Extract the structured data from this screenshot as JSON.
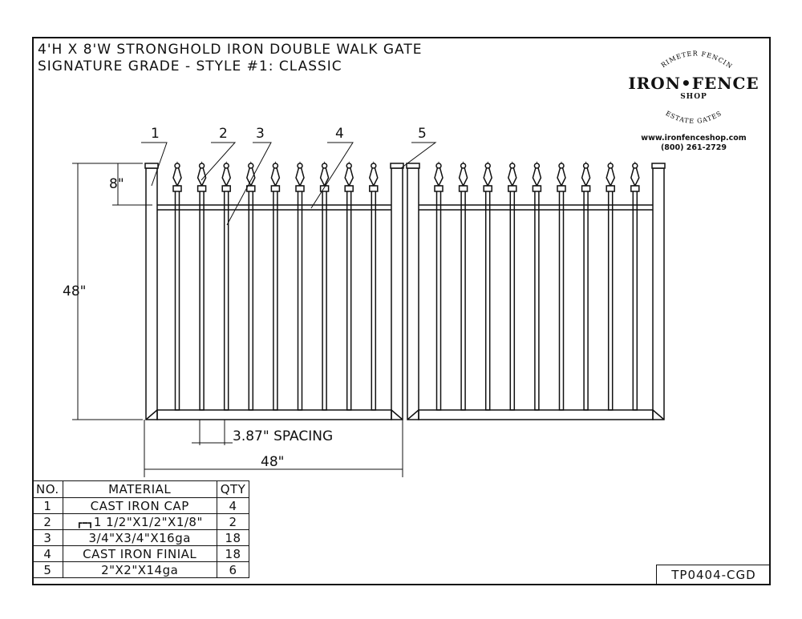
{
  "title": {
    "line1": "4'H X 8'W STRONGHOLD IRON DOUBLE WALK GATE",
    "line2": "SIGNATURE GRADE - STYLE #1: CLASSIC"
  },
  "logo": {
    "arc_top": "PERIMETER FENCING",
    "brand": "IRON•FENCE",
    "shop": "SHOP",
    "arc_bottom": "ESTATE GATES",
    "website": "www.ironfenceshop.com",
    "phone": "(800) 261-2729"
  },
  "callouts": [
    "5",
    "4",
    "3",
    "2",
    "1"
  ],
  "dimensions": {
    "finial_height": "8\"",
    "gate_height": "48\"",
    "spacing": "3.87\" SPACING",
    "gate_width": "48\""
  },
  "bom": {
    "headers": {
      "no": "NO.",
      "material": "MATERIAL",
      "qty": "QTY"
    },
    "rows": [
      {
        "no": "1",
        "material": "CAST IRON CAP",
        "qty": "4"
      },
      {
        "no": "2",
        "material": "1 1/2\"X1/2\"X1/8\"",
        "qty": "2",
        "icon": "channel-icon"
      },
      {
        "no": "3",
        "material": "3/4\"X3/4\"X16ga",
        "qty": "18"
      },
      {
        "no": "4",
        "material": "CAST IRON FINIAL",
        "qty": "18"
      },
      {
        "no": "5",
        "material": "2\"X2\"X14ga",
        "qty": "6"
      }
    ]
  },
  "drawing_code": "TP0404-CGD",
  "colors": {
    "ink": "#111111",
    "paper": "#ffffff"
  }
}
